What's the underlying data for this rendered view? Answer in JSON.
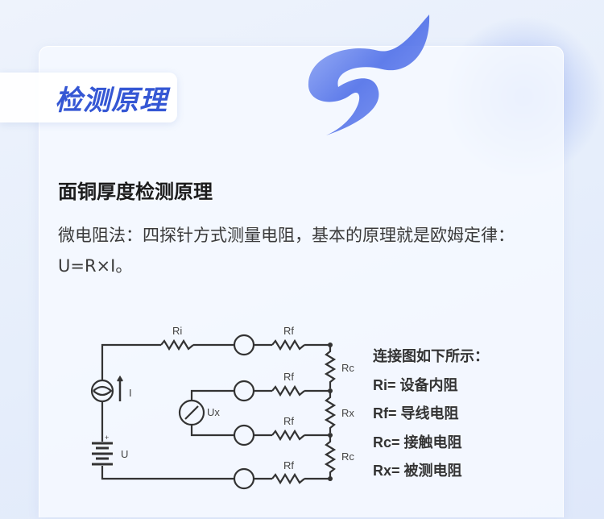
{
  "section_badge": {
    "title": "检测原理"
  },
  "content": {
    "heading": "面铜厚度检测原理",
    "paragraph": "微电阻法：四探针方式测量电阻，基本的原理就是欧姆定律：U=R×I。"
  },
  "circuit": {
    "labels": {
      "ri": "Ri",
      "rf": "Rf",
      "rc": "Rc",
      "rx": "Rx",
      "ux": "Ux",
      "i": "I",
      "u": "U",
      "plus": "+"
    },
    "legend": [
      "连接图如下所示：",
      "Ri= 设备内阻",
      "Rf= 导线电阻",
      "Rc= 接触电阻",
      "Rx= 被测电阻"
    ]
  },
  "colors": {
    "accent": "#3557d4",
    "text": "#1c1c1c"
  }
}
